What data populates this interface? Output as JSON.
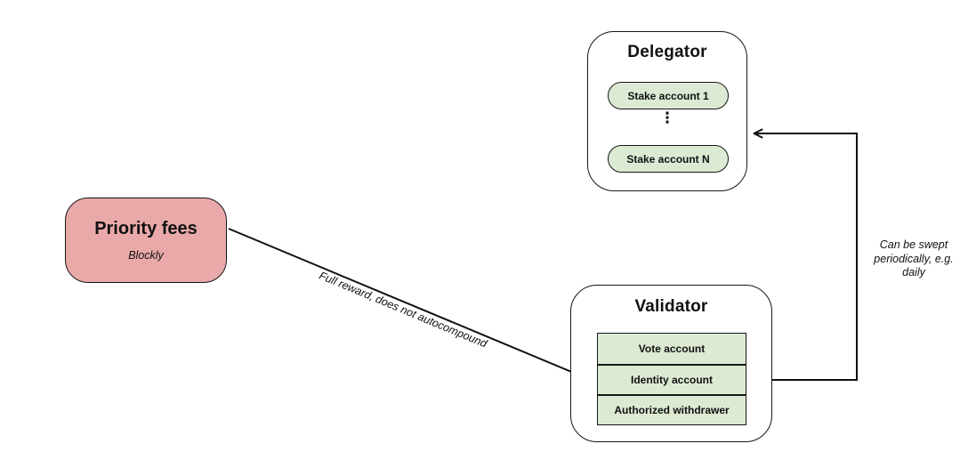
{
  "delegator": {
    "title": "Delegator",
    "stake_account_first": "Stake account 1",
    "ellipsis_icon": "⋮",
    "stake_account_last": "Stake account N"
  },
  "priority_fees": {
    "title": "Priority fees",
    "subtitle": "Blockly"
  },
  "validator": {
    "title": "Validator",
    "rows": [
      "Vote account",
      "Identity account",
      "Authorized withdrawer"
    ]
  },
  "edges": {
    "full_reward": {
      "label": "Full reward, does not autocompound"
    },
    "sweep": {
      "label": "Can be swept\nperiodically, e.g.\ndaily"
    }
  },
  "colors": {
    "stake_fill": "#dcead3",
    "fees_fill": "#eaa9a9",
    "line": "#111111",
    "background": "#ffffff"
  }
}
